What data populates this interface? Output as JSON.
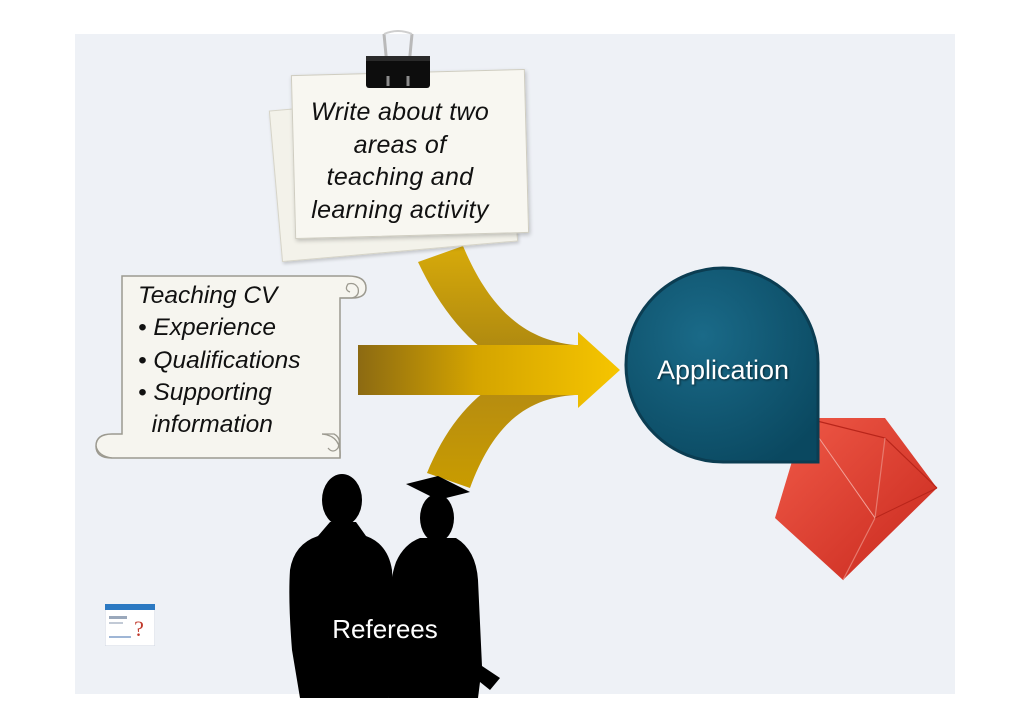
{
  "note": {
    "lines": [
      "Write about two",
      "areas of",
      "teaching and",
      "learning activity"
    ]
  },
  "scroll": {
    "title": "Teaching CV",
    "items": [
      "Experience",
      "Qualifications",
      "Supporting",
      "information"
    ]
  },
  "bubble": {
    "label": "Application",
    "color": "#0e5470"
  },
  "referees": {
    "label": "Referees"
  },
  "colors": {
    "arrow_gold": "#e0b000",
    "arrow_dark": "#8a6a10",
    "envelope_red": "#e23b2d",
    "background": "#eef1f6"
  }
}
